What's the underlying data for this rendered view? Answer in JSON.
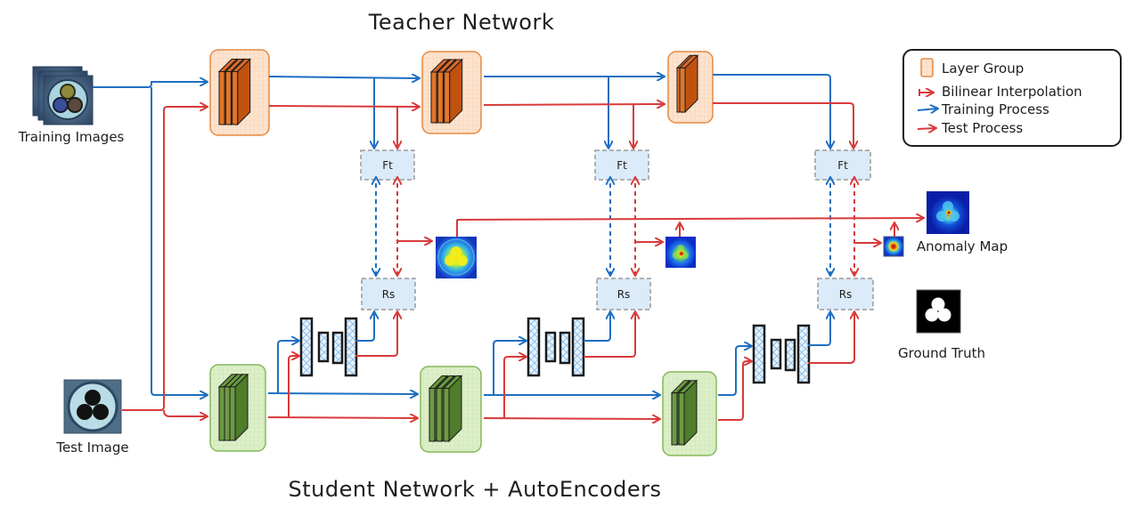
{
  "titles": {
    "teacher": "Teacher Network",
    "student": "Student Network + AutoEncoders"
  },
  "inputs": {
    "training": "Training Images",
    "test": "Test Image"
  },
  "feature_boxes": {
    "teacher_label": "Ft",
    "student_label": "Rs"
  },
  "outputs": {
    "anomaly_map": "Anomaly Map",
    "ground_truth": "Ground Truth"
  },
  "legend": {
    "items": [
      {
        "icon": "layer-group-icon",
        "label": "Layer Group"
      },
      {
        "icon": "bilinear-interpolation-arrow-icon",
        "label": "Bilinear Interpolation"
      },
      {
        "icon": "training-arrow-icon",
        "label": "Training Process"
      },
      {
        "icon": "test-arrow-icon",
        "label": "Test Process"
      }
    ]
  },
  "stages": [
    {
      "name": "stage-1",
      "layers": 3
    },
    {
      "name": "stage-2",
      "layers": 3
    },
    {
      "name": "stage-3",
      "layers": 2
    }
  ],
  "colors": {
    "training": "#1f6fc0",
    "test": "#d93a3a",
    "teacher_fill": "#c0520f",
    "teacher_bg": "#fde3cf",
    "student_fill": "#4e7d2b",
    "student_bg": "#dcefc8",
    "feature_bg": "#dcebfa"
  }
}
